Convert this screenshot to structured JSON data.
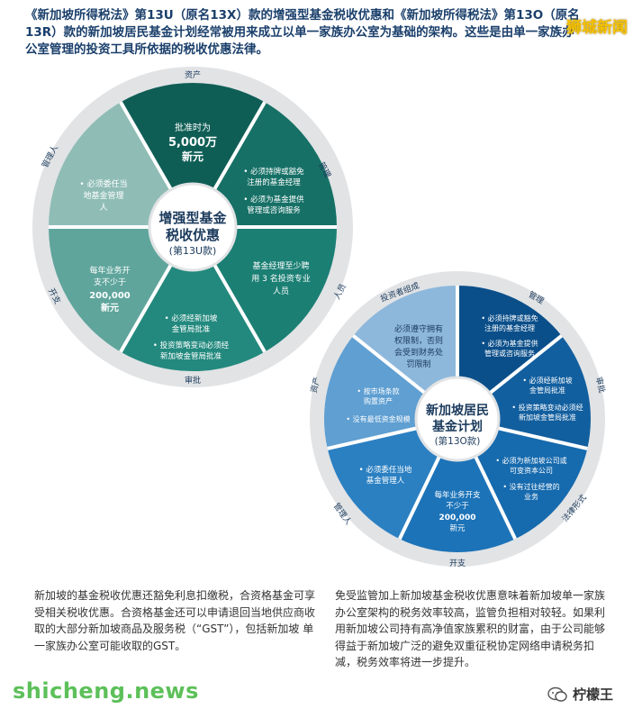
{
  "intro_text": "《新加坡所得税法》第13U（原名13X）款的增强型基金税收优惠和《新加坡所得税法》第13O（原名13R）款的新加坡居民基金计划经常被用来成立以单一家族办公室为基础的架构。这些是由单一家族办公室管理的投资工具所依据的税收优惠法律。",
  "watermark_top": "狮城新闻",
  "wheel1": {
    "center": {
      "line1": "增强型基金",
      "line2": "税收优惠",
      "line3": "(第13U款)"
    },
    "labels": {
      "top": "资产",
      "right_upper": "管理",
      "right_lower": "人员",
      "bottom": "审批",
      "left_lower": "开支",
      "left_upper": "管理人"
    },
    "seg_top": [
      "批准时为",
      "5,000万",
      "新元"
    ],
    "seg_right_upper": [
      "• 必须持牌或豁免",
      "注册的基金经理",
      "• 必须为基金提供",
      "管理或咨询服务"
    ],
    "seg_right_lower": [
      "基金经理至少聘",
      "用 3 名投资专业",
      "人员"
    ],
    "seg_bottom": [
      "• 必须经新加坡",
      "金管局批准",
      "• 投资策略变动必须经",
      "新加坡金管局批准"
    ],
    "seg_left_lower": [
      "每年业务开",
      "支不少于",
      "200,000",
      "新元"
    ],
    "seg_left_upper": [
      "• 必须委任当",
      "地基金管理",
      "人"
    ]
  },
  "wheel2": {
    "center": {
      "line1": "新加坡居民",
      "line2": "基金计划",
      "line3": "(第13O款)"
    },
    "labels": {
      "upper_left": "投资者组成",
      "top_right": "管理",
      "right": "审批",
      "lower_right": "法律形式",
      "bottom": "开支",
      "lower_left": "管理人",
      "left": "资产"
    },
    "seg_upper_left": [
      "必须遵守拥有",
      "权限制，否则",
      "会受到财务处",
      "罚限制"
    ],
    "seg_upper_right": [
      "• 必须持牌或豁免",
      "注册的基金经理",
      "• 必须为基金提供",
      "管理或咨询服务"
    ],
    "seg_right": [
      "• 必须经新加坡",
      "金管局批准",
      "• 投资策略变动必须经",
      "新加坡金管局批准"
    ],
    "seg_lower_right": [
      "• 必须为新加坡公司或",
      "可变资本公司",
      "• 没有过往经营的",
      "业务"
    ],
    "seg_bottom": [
      "每年业务开支",
      "不少于",
      "200,000",
      "新元"
    ],
    "seg_lower_left": [
      "• 必须委任当地",
      "基金管理人"
    ],
    "seg_left": [
      "• 按市场条款",
      "购置资产",
      "• 没有最低资金规模"
    ]
  },
  "para_left": "新加坡的基金税收优惠还豁免利息扣缴税，合资格基金可享受相关税收优惠。合资格基金还可以申请退回当地供应商收取的大部分新加坡商品及服务税（“GST”），包括新加坡 单一家族办公室可能收取的GST。",
  "para_right": "免受监管加上新加坡基金税收优惠意味着新加坡单一家族办公室架构的税务效率较高，监管负担相对较轻。如果利用新加坡公司持有高净值家族累积的财富，由于公司能够得益于新加坡广泛的避免双重征税协定网络申请税务扣减，税务效率将进一步提升。",
  "site_watermark": "shicheng.news",
  "account_name": "柠檬王",
  "colors": {
    "teal_dark": "#0f5e56",
    "teal": "#1b7f74",
    "teal_light": "#8fbdb6",
    "blue_dark": "#0b4f8a",
    "blue": "#1c73b8",
    "blue_light": "#8db8dc",
    "ring_gray": "#e1e3e5"
  }
}
